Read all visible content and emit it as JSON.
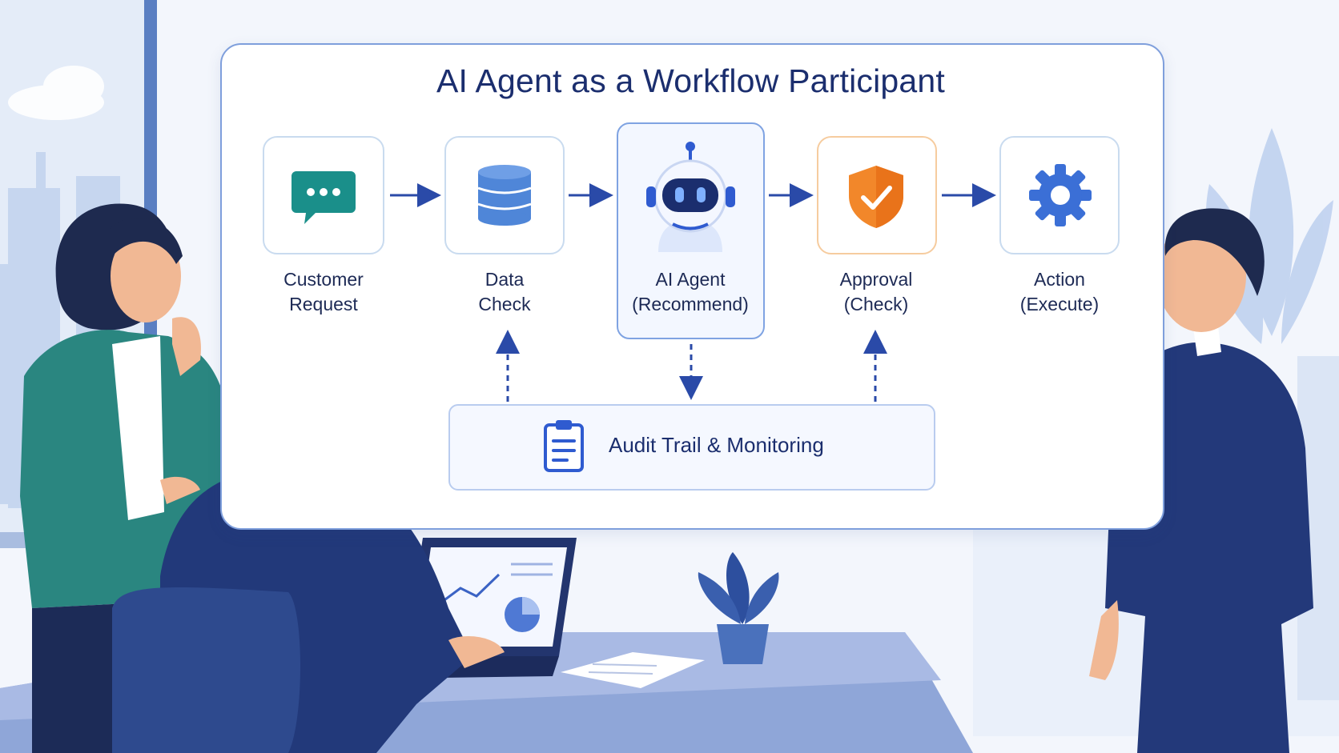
{
  "diagram": {
    "title": "AI Agent as a Workflow Participant",
    "steps": [
      {
        "id": "customer-request",
        "line1": "Customer",
        "line2": "Request",
        "icon": "chat-bubble-icon",
        "color": "#1a8f8a"
      },
      {
        "id": "data-check",
        "line1": "Data",
        "line2": "Check",
        "icon": "database-icon",
        "color": "#4f86d8"
      },
      {
        "id": "ai-agent",
        "line1": "AI Agent",
        "line2": "(Recommend)",
        "icon": "robot-icon",
        "color": "#2f5bd0"
      },
      {
        "id": "approval",
        "line1": "Approval",
        "line2": "(Check)",
        "icon": "shield-check-icon",
        "color": "#f2872a"
      },
      {
        "id": "action",
        "line1": "Action",
        "line2": "(Execute)",
        "icon": "gear-icon",
        "color": "#3b6fd6"
      }
    ],
    "audit": {
      "label": "Audit Trail & Monitoring",
      "icon": "clipboard-icon"
    },
    "colors": {
      "accent": "#1b2e6e",
      "arrow": "#2a4aa8",
      "board_border": "#7f9fdc"
    }
  }
}
